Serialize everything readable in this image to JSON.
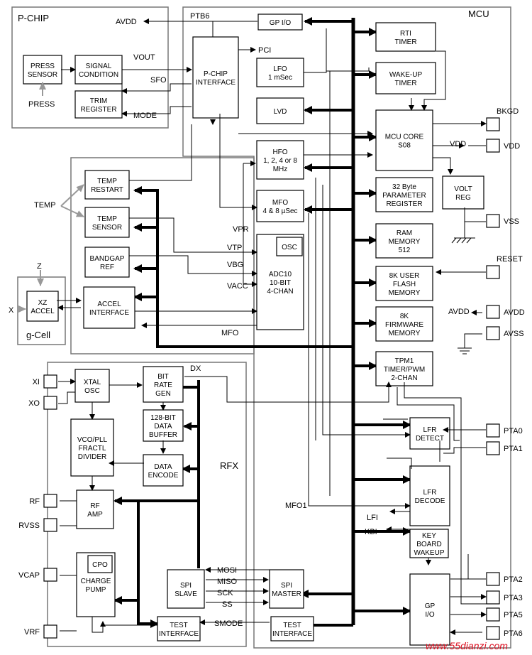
{
  "titles": {
    "pchip": "P-CHIP",
    "mcu": "MCU",
    "rfx": "RFX",
    "gcell": "g-Cell"
  },
  "blocks": {
    "press_sensor": [
      "PRESS",
      "SENSOR"
    ],
    "signal_condition": [
      "SIGNAL",
      "CONDITION"
    ],
    "trim_register": [
      "TRIM",
      "REGISTER"
    ],
    "pchip_interface": [
      "P-CHIP",
      "INTERFACE"
    ],
    "gp_io_top": [
      "GP I/O"
    ],
    "rti_timer": [
      "RTI",
      "TIMER"
    ],
    "lfo": [
      "LFO",
      "1 mSec"
    ],
    "wakeup_timer": [
      "WAKE-UP",
      "TIMER"
    ],
    "lvd": [
      "LVD"
    ],
    "mcu_core": [
      "MCU CORE",
      "S08"
    ],
    "hfo": [
      "HFO",
      "1, 2, 4 or 8",
      "MHz"
    ],
    "volt_reg": [
      "VOLT",
      "REG"
    ],
    "temp_restart": [
      "TEMP",
      "RESTART"
    ],
    "param_register": [
      "32 Byte",
      "PARAMETER",
      "REGISTER"
    ],
    "mfo": [
      "MFO",
      "4 & 8 µSec"
    ],
    "temp_sensor": [
      "TEMP",
      "SENSOR"
    ],
    "ram_memory": [
      "RAM",
      "MEMORY",
      "512"
    ],
    "adc": [
      "ADC10",
      "10-BIT",
      "4-CHAN"
    ],
    "osc": [
      "OSC"
    ],
    "bandgap_ref": [
      "BANDGAP",
      "REF"
    ],
    "flash_memory": [
      "8K USER",
      "FLASH",
      "MEMORY"
    ],
    "xz_accel": [
      "XZ",
      "ACCEL"
    ],
    "accel_interface": [
      "ACCEL",
      "INTERFACE"
    ],
    "firmware_memory": [
      "8K",
      "FIRMWARE",
      "MEMORY"
    ],
    "tpm1": [
      "TPM1",
      "TIMER/PWM",
      "2-CHAN"
    ],
    "xtal_osc": [
      "XTAL",
      "OSC"
    ],
    "bit_rate_gen": [
      "BIT",
      "RATE",
      "GEN"
    ],
    "data_buffer": [
      "128-BIT",
      "DATA",
      "BUFFER"
    ],
    "vco_pll": [
      "VCO/PLL",
      "FRACTL",
      "DIVIDER"
    ],
    "lfr_detect": [
      "LFR",
      "DETECT"
    ],
    "data_encode": [
      "DATA",
      "ENCODE"
    ],
    "lfr_decode": [
      "LFR",
      "DECODE"
    ],
    "rf_amp": [
      "RF",
      "AMP"
    ],
    "keyboard_wakeup": [
      "KEY",
      "BOARD",
      "WAKEUP"
    ],
    "charge_pump": [
      "CHARGE",
      "PUMP"
    ],
    "cpo": [
      "CPO"
    ],
    "spi_slave": [
      "SPI",
      "SLAVE"
    ],
    "spi_master": [
      "SPI",
      "MASTER"
    ],
    "gp_io_bottom": [
      "GP",
      "I/O"
    ],
    "test_interface_left": [
      "TEST",
      "INTERFACE"
    ],
    "test_interface_right": [
      "TEST",
      "INTERFACE"
    ]
  },
  "signals": {
    "avdd_top": "AVDD",
    "ptb6": "PTB6",
    "vout": "VOUT",
    "sfo": "SFO",
    "mode": "MODE",
    "press": "PRESS",
    "pci": "PCI",
    "temp": "TEMP",
    "z": "Z",
    "x": "X",
    "vpr": "VPR",
    "vtp": "VTP",
    "vbg": "VBG",
    "vacc": "VACC",
    "mfo": "MFO",
    "dx": "DX",
    "mfo1": "MFO1",
    "lfi": "LFI",
    "kbi": "KBI",
    "mosi": "MOSI",
    "miso": "MISO",
    "sck": "SCK",
    "ss": "SS",
    "smode": "SMODE",
    "vdd_inner": "VDD"
  },
  "pins": {
    "bkgd": "BKGD",
    "vdd": "VDD",
    "vss": "VSS",
    "reset": "RESET",
    "avdd": "AVDD",
    "avdd_inner": "AVDD",
    "avss": "AVSS",
    "pta0": "PTA0",
    "pta1": "PTA1",
    "pta2": "PTA2",
    "pta3": "PTA3",
    "pta5": "PTA5",
    "pta6": "PTA6",
    "xi": "XI",
    "xo": "XO",
    "rf": "RF",
    "rvss": "RVSS",
    "vcap": "VCAP",
    "vrf": "VRF"
  },
  "watermark": "www.55dianzi.com"
}
